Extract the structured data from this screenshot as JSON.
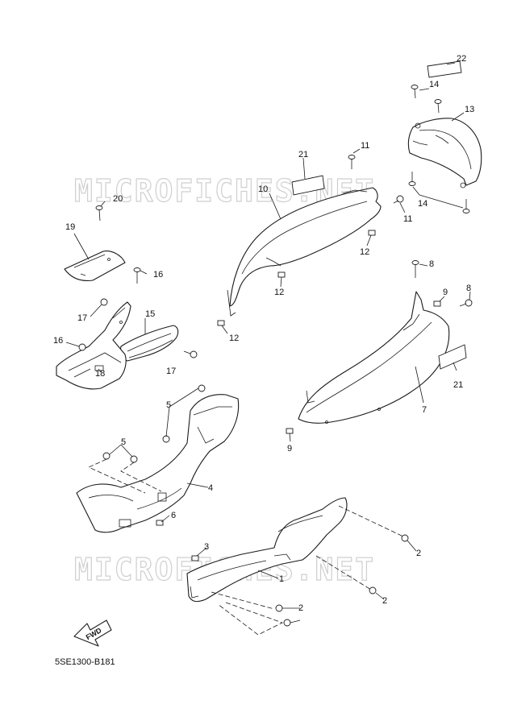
{
  "watermarks": [
    "MICROFICHES.NET",
    "MICROFICHES.NET"
  ],
  "diagram_code": "5SE1300-B181",
  "fwd_label": "FWD",
  "callouts": {
    "c1": "1",
    "c2a": "2",
    "c2b": "2",
    "c2c": "2",
    "c3": "3",
    "c4": "4",
    "c5a": "5",
    "c5b": "5",
    "c6": "6",
    "c7": "7",
    "c8a": "8",
    "c8b": "8",
    "c9a": "9",
    "c9b": "9",
    "c10": "10",
    "c11a": "11",
    "c11b": "11",
    "c12a": "12",
    "c12b": "12",
    "c12c": "12",
    "c13": "13",
    "c14a": "14",
    "c14b": "14",
    "c15": "15",
    "c16a": "16",
    "c16b": "16",
    "c17a": "17",
    "c17b": "17",
    "c18": "18",
    "c19": "19",
    "c20": "20",
    "c21a": "21",
    "c21b": "21",
    "c22": "22"
  }
}
